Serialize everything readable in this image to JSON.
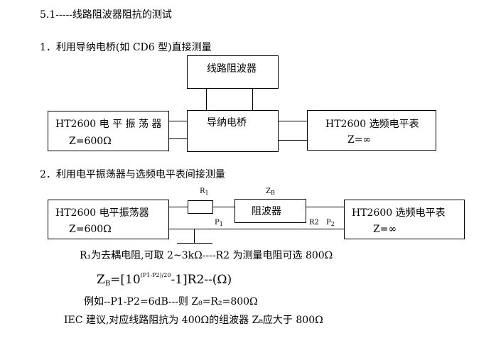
{
  "section_title": "5.1‐‐‐‐‐线路阻波器阻抗的测试",
  "method1": {
    "heading": "1．利用导纳电桥(如 CD6 型)直接测量",
    "blocker_label": "线路阻波器",
    "bridge_label": "导纳电桥",
    "oscillator": {
      "name": "HT2600  电 平 振 荡 器",
      "impedance": "Z=600Ω"
    },
    "meter": {
      "name": "HT2600 选频电平表",
      "impedance": "Z=∞"
    }
  },
  "method2": {
    "heading": "2．利用电平振荡器与选频电平表间接测量",
    "oscillator": {
      "name": "HT2600 电平振荡器",
      "impedance": "Z=600Ω"
    },
    "meter": {
      "name": "HT2600 选频电平表",
      "impedance": "Z=∞"
    },
    "r1_label": "R",
    "r1_sub": "1",
    "zb_label": "Z",
    "zb_sub": "B",
    "blocker_label": "阻波器",
    "p1_label": "P",
    "p1_sub": "1",
    "r2_label": "R2",
    "p2_label": "P",
    "p2_sub": "2"
  },
  "notes": {
    "line1": "R₁为去耦电阻,可取 2~3kΩ‐‐‐‐R2 为测量电阻可选 800Ω",
    "formula_prefix": "Z",
    "formula_sub": "B",
    "formula_eq": "=[10",
    "formula_exp": "(P1-P2)/20",
    "formula_rest": "-1]R2‐‐(Ω)",
    "example": "例如‐‐P1-P2=6dB‐‐‐则 Z₈=R₂=800Ω",
    "iec": "IEC 建议,对应线路阻抗为 400Ω的组波器 Z₈应大于 800Ω"
  }
}
